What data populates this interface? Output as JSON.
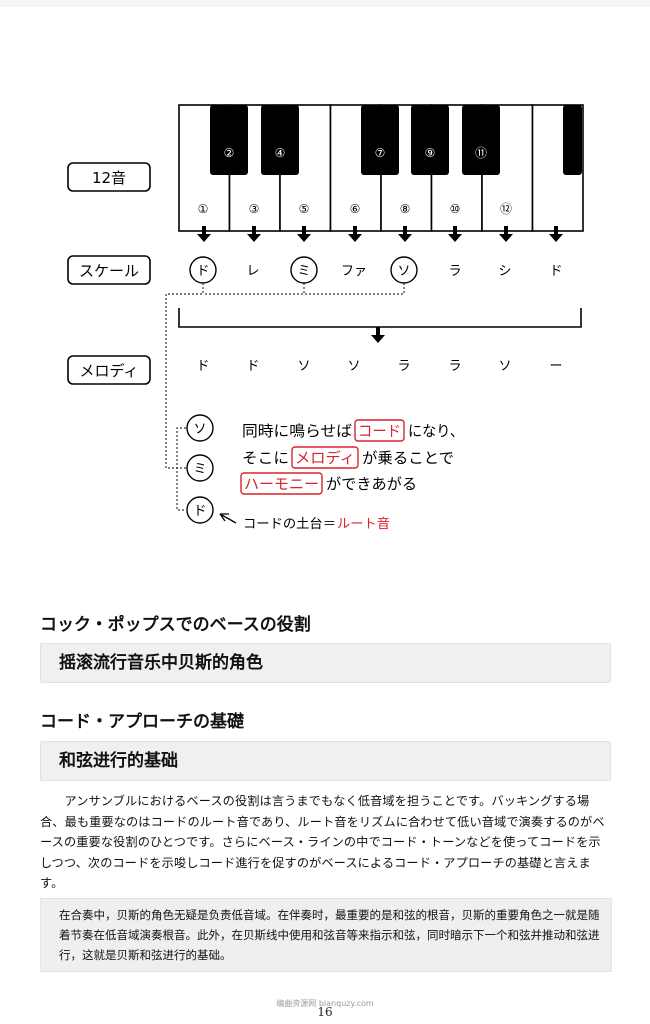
{
  "diagram": {
    "row_labels": {
      "tones": "12音",
      "scale": "スケール",
      "melody": "メロディ"
    },
    "black_key_numbers": [
      "②",
      "④",
      "⑦",
      "⑨",
      "⑪"
    ],
    "white_key_numbers": [
      "①",
      "③",
      "⑤",
      "⑥",
      "⑧",
      "⑩",
      "⑫"
    ],
    "scale_notes": [
      "ド",
      "レ",
      "ミ",
      "ファ",
      "ソ",
      "ラ",
      "シ",
      "ド"
    ],
    "melody_notes": [
      "ド",
      "ド",
      "ソ",
      "ソ",
      "ラ",
      "ラ",
      "ソ",
      "ー"
    ],
    "chord_stack": [
      "ソ",
      "ミ",
      "ド"
    ],
    "explanation": {
      "line1_before": "同時に鳴らせば",
      "line1_highlight": "コード",
      "line1_after": "になり、",
      "line2_before": "そこに",
      "line2_highlight": "メロディ",
      "line2_after": "が乗ることで",
      "line3_highlight": "ハーモニー",
      "line3_after": "ができあがる"
    },
    "root_note": {
      "label": "コードの土台＝",
      "highlight": "ルート音"
    }
  },
  "sections": [
    {
      "heading_jp": "コック・ポップスでのベースの役割",
      "heading_cn": "摇滚流行音乐中贝斯的角色"
    },
    {
      "heading_jp": "コード・アプローチの基礎",
      "heading_cn": "和弦进行的基础"
    }
  ],
  "paragraph_jp": "アンサンブルにおけるベースの役割は言うまでもなく低音域を担うことです。バッキングする場合、最も重要なのはコードのルート音であり、ルート音をリズムに合わせて低い音域で演奏するのがベースの重要な役割のひとつです。さらにベース・ラインの中でコード・トーンなどを使ってコードを示しつつ、次のコードを示唆しコード進行を促すのがベースによるコード・アプローチの基礎と言えます。",
  "paragraph_cn": "在合奏中，贝斯的角色无疑是负责低音域。在伴奏时，最重要的是和弦的根音，贝斯的重要角色之一就是随着节奏在低音域演奏根音。此外，在贝斯线中使用和弦音等来指示和弦，同时暗示下一个和弦并推动和弦进行，这就是贝斯和弦进行的基础。",
  "watermark": "编曲资源网 bianquzy.com",
  "page_number": "16",
  "colors": {
    "highlight_red": "#d8232a",
    "box_gray": "#f0f0f0"
  }
}
